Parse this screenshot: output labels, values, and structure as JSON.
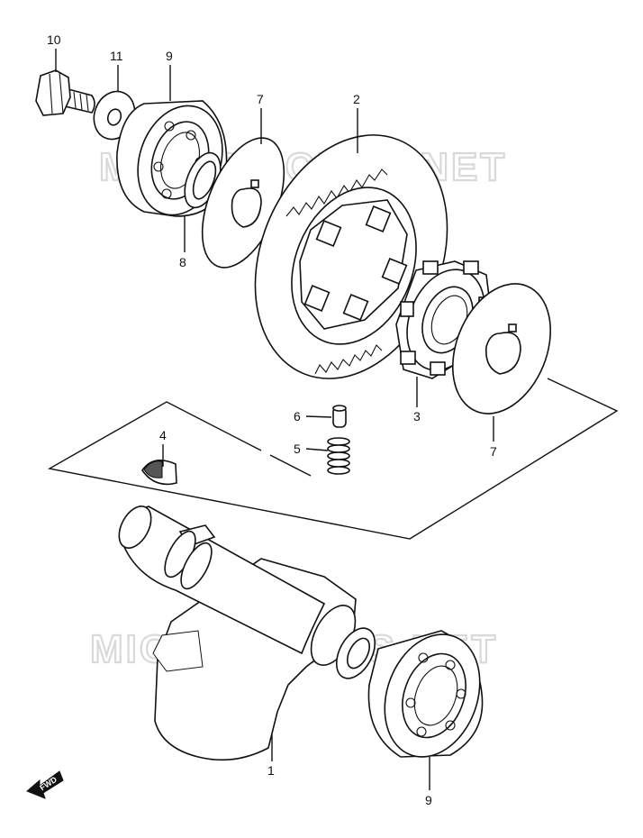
{
  "watermark": "MICROFICHES.NET",
  "fwd_label": "FWD",
  "callouts": [
    {
      "id": "c10",
      "label": "10"
    },
    {
      "id": "c11",
      "label": "11"
    },
    {
      "id": "c9a",
      "label": "9"
    },
    {
      "id": "c7a",
      "label": "7"
    },
    {
      "id": "c2",
      "label": "2"
    },
    {
      "id": "c8",
      "label": "8"
    },
    {
      "id": "c6",
      "label": "6"
    },
    {
      "id": "c3",
      "label": "3"
    },
    {
      "id": "c4",
      "label": "4"
    },
    {
      "id": "c5",
      "label": "5"
    },
    {
      "id": "c7b",
      "label": "7"
    },
    {
      "id": "c1",
      "label": "1"
    },
    {
      "id": "c9b",
      "label": "9"
    }
  ]
}
